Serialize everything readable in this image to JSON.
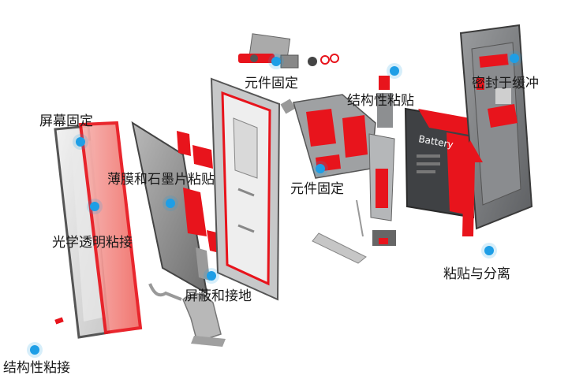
{
  "callouts": [
    {
      "id": "display-fixing",
      "text": "屏幕固定"
    },
    {
      "id": "film-graphite",
      "text": "薄膜和石墨片粘贴"
    },
    {
      "id": "optical-bonding",
      "text": "光学透明粘接"
    },
    {
      "id": "shielding-grounding",
      "text": "屏蔽和接地"
    },
    {
      "id": "structural-bonding",
      "text": "结构性粘接"
    },
    {
      "id": "component-fixing-top",
      "text": "元件固定"
    },
    {
      "id": "structural-adhesion",
      "text": "结构性粘贴"
    },
    {
      "id": "component-fixing-mid",
      "text": "元件固定"
    },
    {
      "id": "sealing-cushioning",
      "text": "密封于缓冲"
    },
    {
      "id": "adhesion-separation",
      "text": "粘贴与分离"
    }
  ],
  "battery_text": "Battery",
  "colors": {
    "accent": "#e8141c",
    "dot": "#1e9ee6",
    "metal": "#a7a9ab",
    "dark": "#4d4f52"
  }
}
